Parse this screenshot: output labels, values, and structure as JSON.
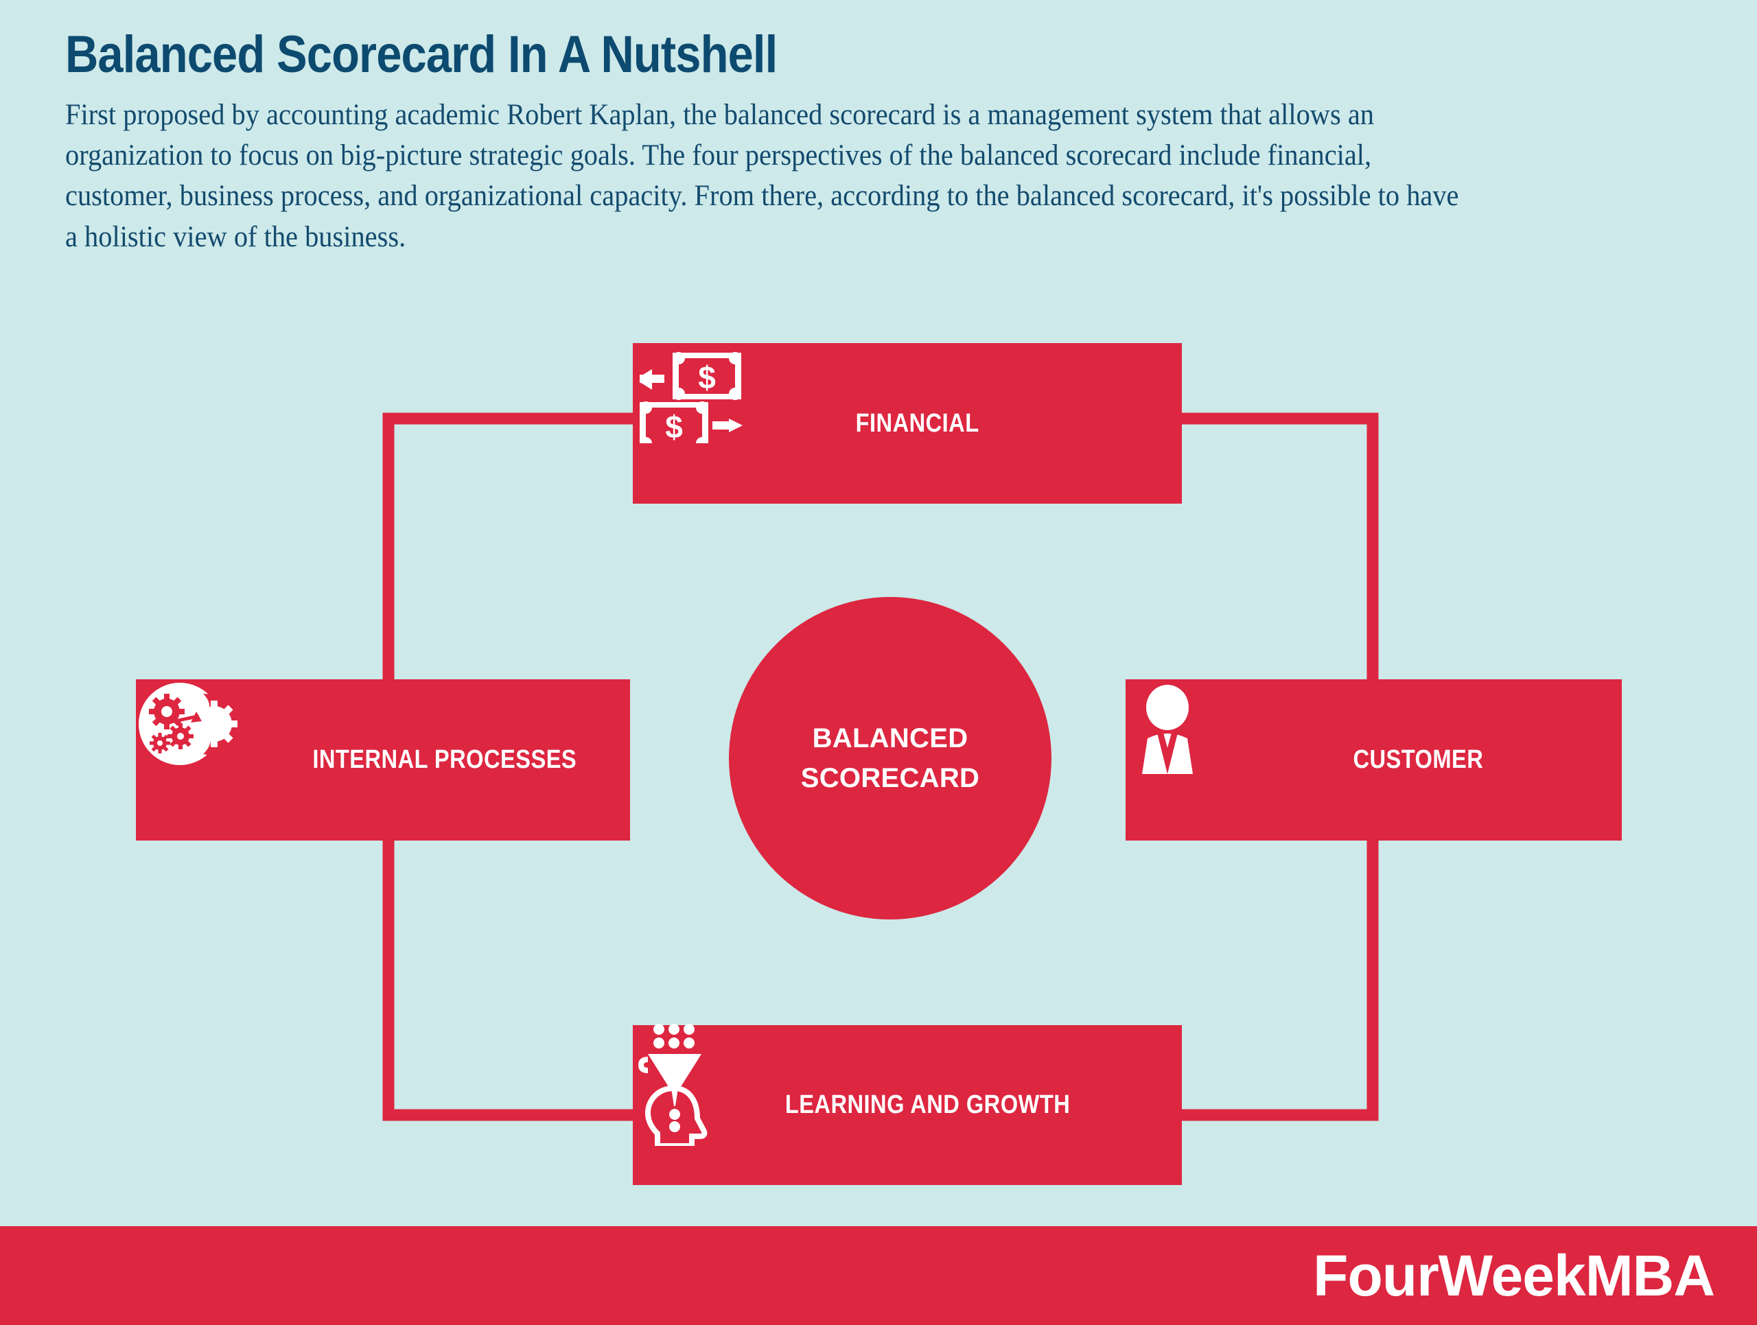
{
  "header": {
    "title": "Balanced Scorecard In A Nutshell",
    "description": "First proposed by accounting academic Robert Kaplan, the balanced scorecard is a management system that allows an organization to focus on big-picture strategic goals. The four perspectives of the balanced scorecard include financial, customer, business process, and organizational capacity. From there, according to the balanced scorecard, it's possible to have a holistic view of the business."
  },
  "diagram": {
    "center": {
      "line1": "BALANCED",
      "line2": "SCORECARD"
    },
    "nodes": {
      "financial": {
        "label": "FINANCIAL",
        "icon": "money-flow-icon"
      },
      "internal": {
        "label": "INTERNAL PROCESSES",
        "icon": "gears-icon"
      },
      "customer": {
        "label": "CUSTOMER",
        "icon": "person-icon"
      },
      "learning": {
        "label": "LEARNING AND GROWTH",
        "icon": "head-funnel-icon"
      }
    }
  },
  "footer": {
    "logo": "FourWeekMBA"
  },
  "colors": {
    "background": "#cde9e9",
    "brand_red": "#dd2640",
    "title_navy": "#0d4a70",
    "body_navy": "#134a6e",
    "white": "#ffffff"
  }
}
